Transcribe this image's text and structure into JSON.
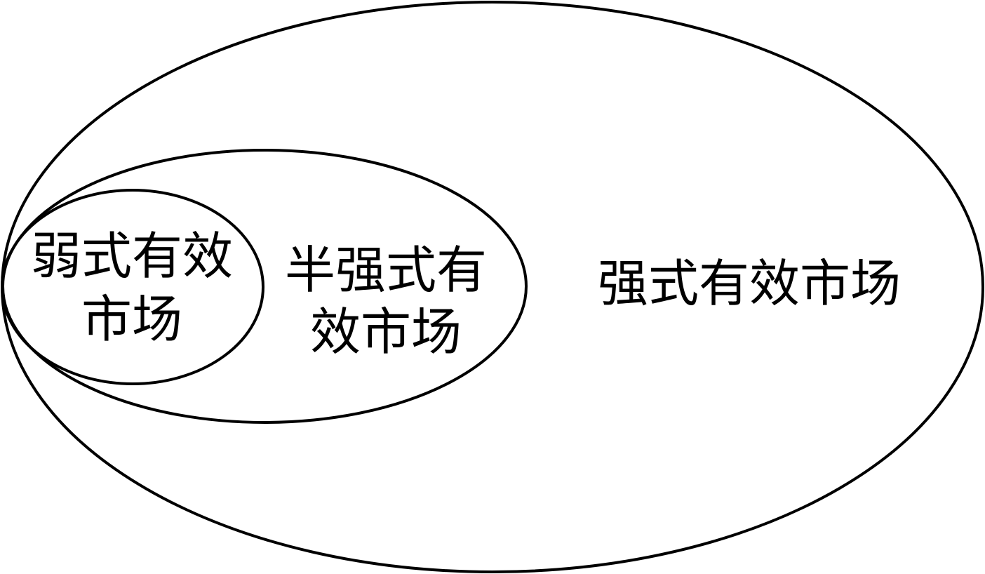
{
  "diagram": {
    "outer": {
      "label": "强式有效市场"
    },
    "middle": {
      "label_line1": "半强式有",
      "label_line2": "效市场"
    },
    "inner": {
      "label_line1": "弱式有效",
      "label_line2": "市场"
    }
  }
}
